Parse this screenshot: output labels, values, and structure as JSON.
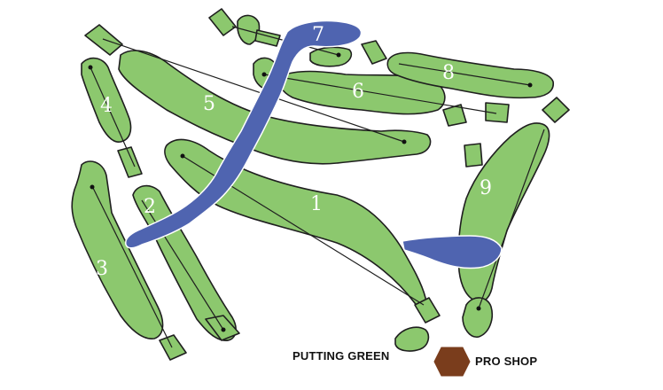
{
  "map": {
    "holes": [
      {
        "number": "1"
      },
      {
        "number": "2"
      },
      {
        "number": "3"
      },
      {
        "number": "4"
      },
      {
        "number": "5"
      },
      {
        "number": "6"
      },
      {
        "number": "7"
      },
      {
        "number": "8"
      },
      {
        "number": "9"
      }
    ],
    "labels": {
      "putting_green": "PUTTING GREEN",
      "pro_shop": "PRO SHOP"
    },
    "colors": {
      "fairway": "#8cc86e",
      "water": "#4f64b0",
      "outline": "#1f1f1f",
      "pro_shop": "#7a3d1c",
      "hole_number": "#ffffff"
    }
  }
}
